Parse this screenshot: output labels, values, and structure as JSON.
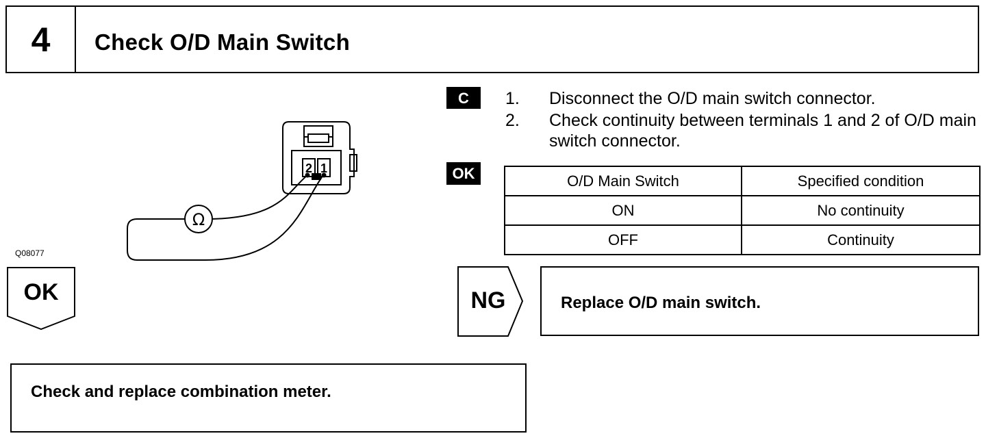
{
  "header": {
    "step_number": "4",
    "title": "Check O/D Main Switch"
  },
  "figure": {
    "id": "Q08077",
    "terminal_2": "2",
    "terminal_1": "1",
    "meter_symbol": "Ω"
  },
  "ok_left": {
    "label": "OK"
  },
  "result_ok_box": {
    "text": "Check and replace combination meter."
  },
  "badge_c": {
    "label": "C"
  },
  "steps": [
    {
      "num": "1.",
      "text": "Disconnect the O/D main switch connector."
    },
    {
      "num": "2.",
      "text": "Check continuity between terminals 1 and 2 of O/D main switch connector."
    }
  ],
  "badge_ok": {
    "label": "OK"
  },
  "table": {
    "headers": [
      "O/D Main Switch",
      "Specified condition"
    ],
    "rows": [
      [
        "ON",
        "No continuity"
      ],
      [
        "OFF",
        "Continuity"
      ]
    ]
  },
  "ng": {
    "label": "NG",
    "text": "Replace O/D main switch."
  }
}
